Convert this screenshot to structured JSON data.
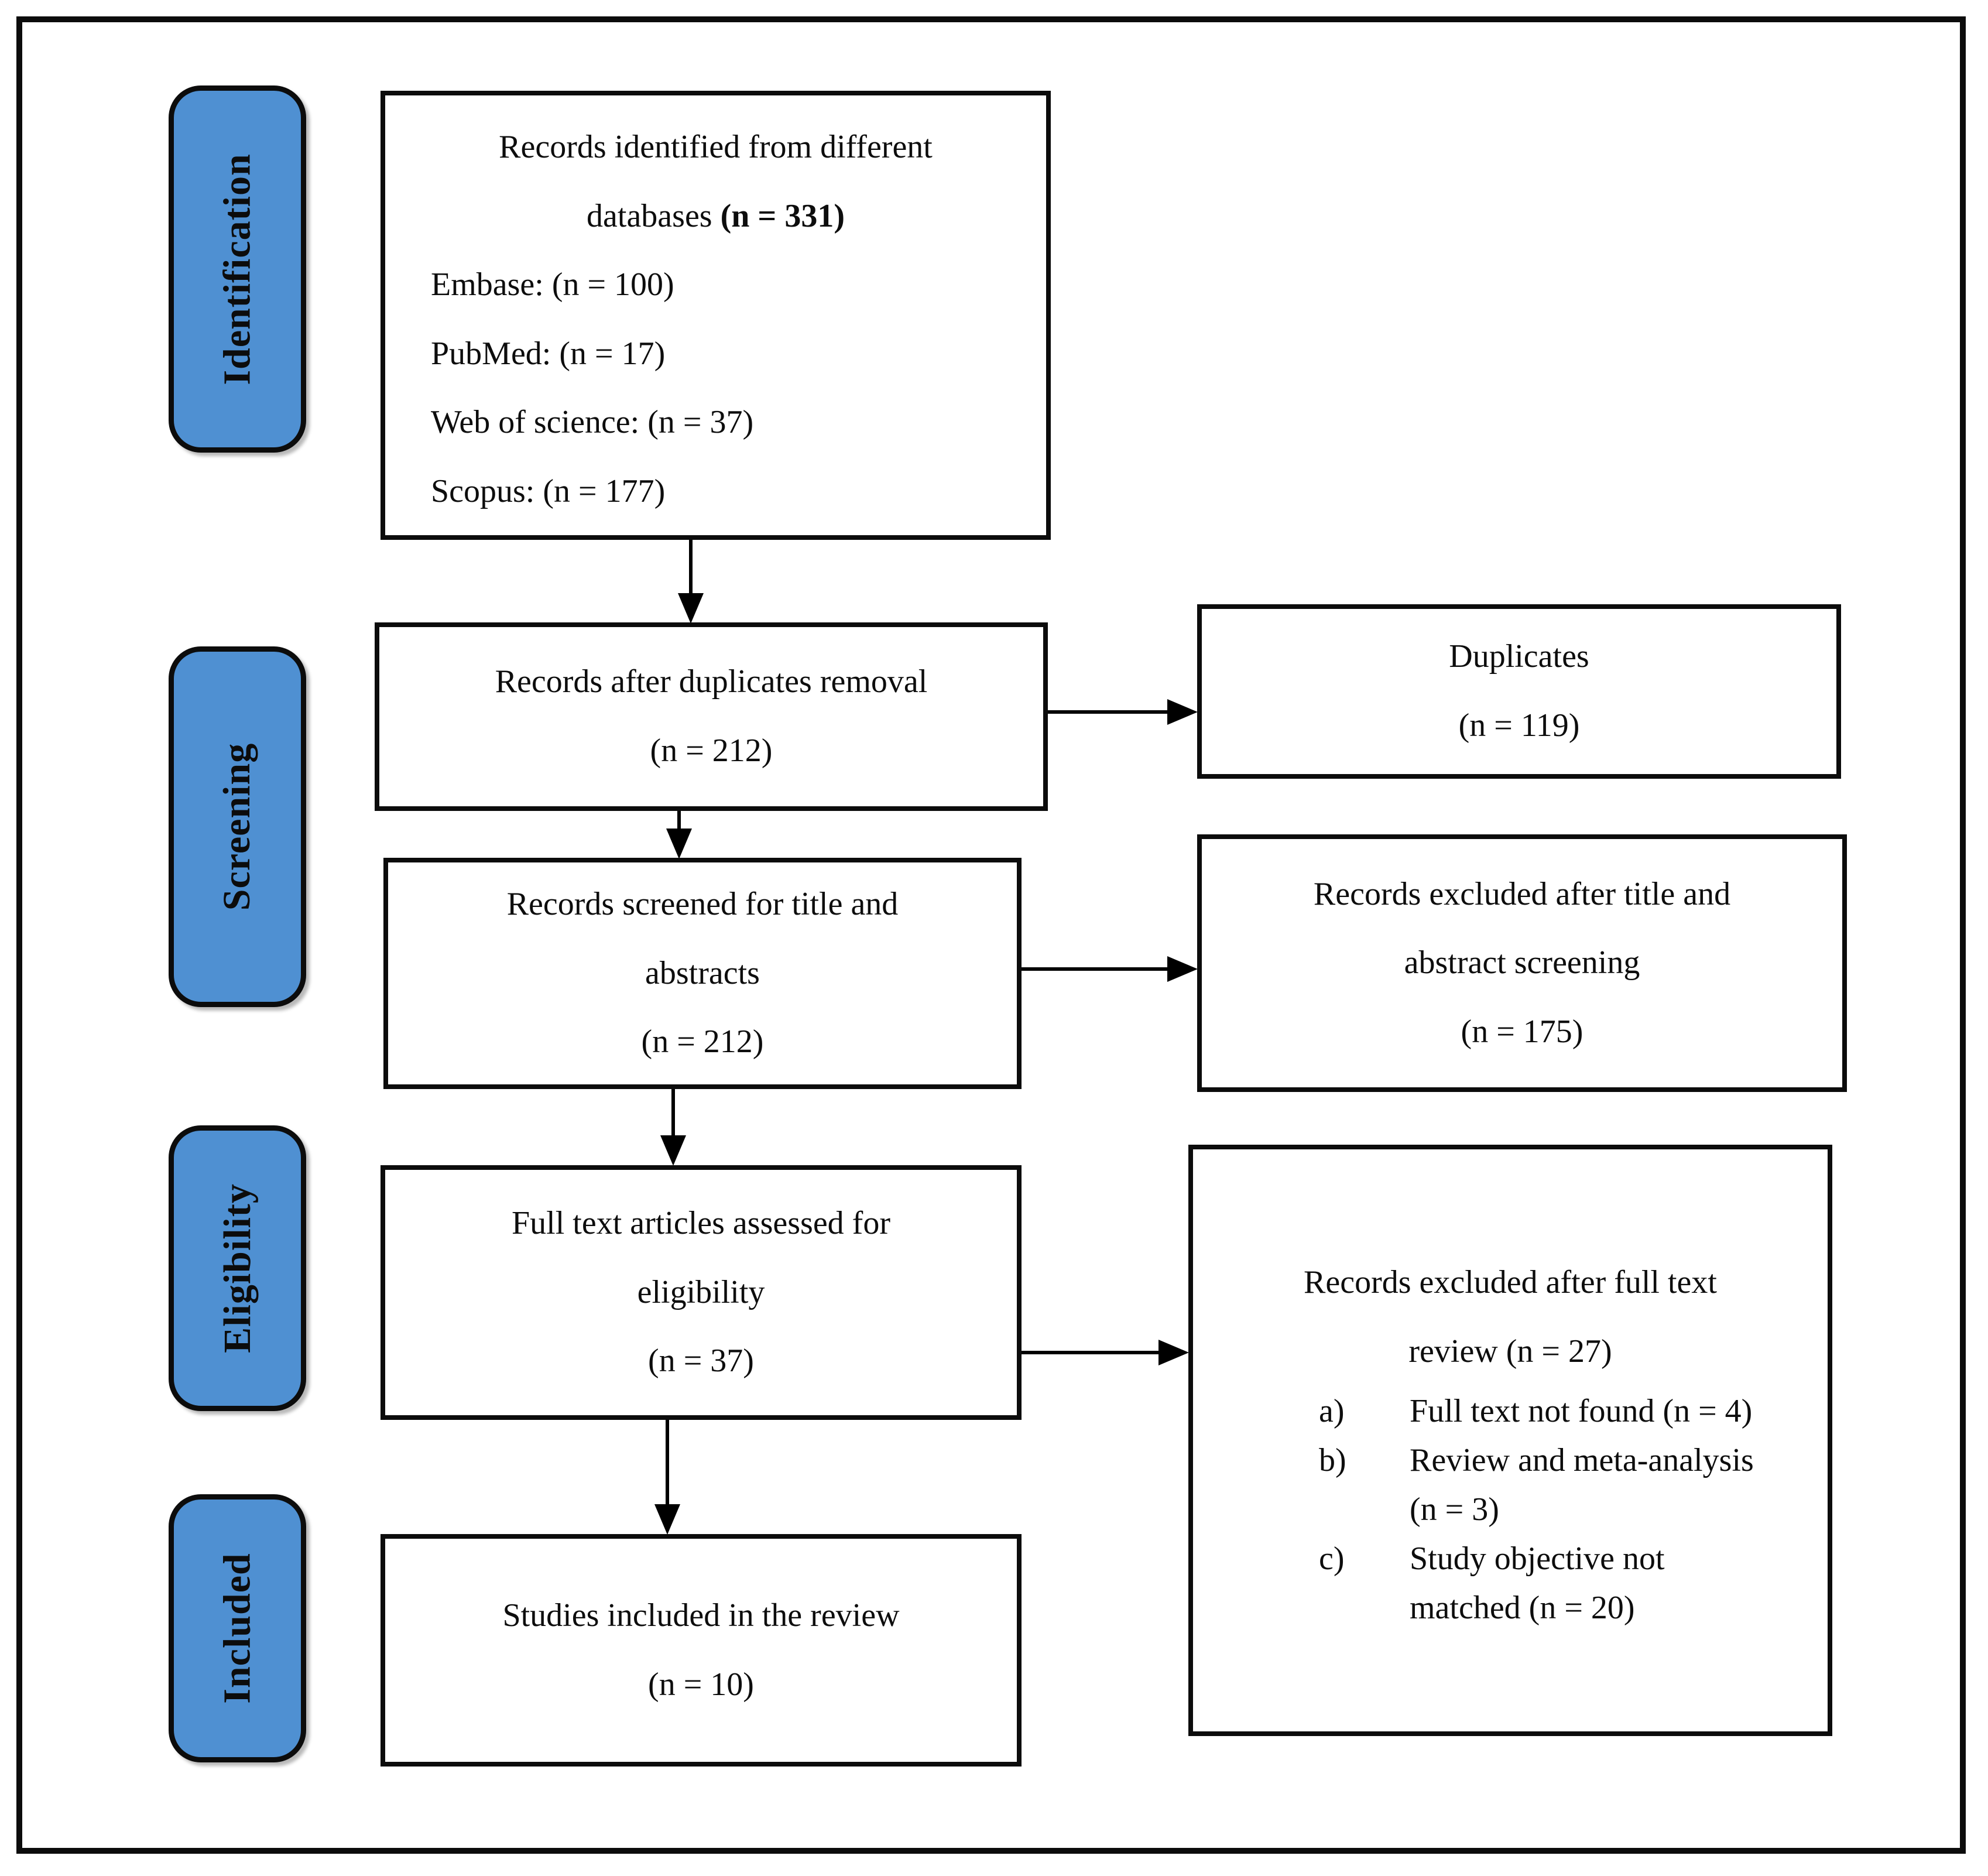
{
  "diagram": {
    "colors": {
      "stage_fill": "#4f90d2",
      "border": "#0c0c0c",
      "arrow": "#000000",
      "background": "#ffffff"
    },
    "stage_labels": {
      "identification": "Identification",
      "screening": "Screening",
      "eligibility": "Eligibility",
      "included": "Included"
    },
    "boxes": {
      "identified": {
        "title_line1": "Records identified from different",
        "title_line2_prefix": "databases ",
        "title_line2_bold": "(n = 331)",
        "sources": [
          "Embase: (n = 100)",
          "PubMed: (n = 17)",
          "Web of science: (n = 37)",
          "Scopus: (n = 177)"
        ]
      },
      "after_duplicates": {
        "line1": "Records after duplicates removal",
        "line2": "(n = 212)"
      },
      "duplicates": {
        "line1": "Duplicates",
        "line2": "(n = 119)"
      },
      "screened": {
        "line1": "Records screened for title and",
        "line2": "abstracts",
        "line3": "(n = 212)"
      },
      "excluded_title_abstract": {
        "line1": "Records excluded after title and",
        "line2": "abstract screening",
        "line3": "(n = 175)"
      },
      "full_text_assessed": {
        "line1": "Full text articles assessed for",
        "line2": "eligibility",
        "line3": "(n = 37)"
      },
      "excluded_full_text": {
        "line1": "Records excluded after full text",
        "line2": "review (n = 27)",
        "reasons": [
          {
            "marker": "a)",
            "lines": [
              "Full text not found (n = 4)",
              ""
            ]
          },
          {
            "marker": "b)",
            "lines": [
              "Review and meta-analysis",
              "(n = 3)"
            ]
          },
          {
            "marker": "c)",
            "lines": [
              "Study objective not",
              "matched (n = 20)"
            ]
          }
        ]
      },
      "included_studies": {
        "line1": "Studies included in the review",
        "line2": "(n = 10)"
      }
    }
  }
}
